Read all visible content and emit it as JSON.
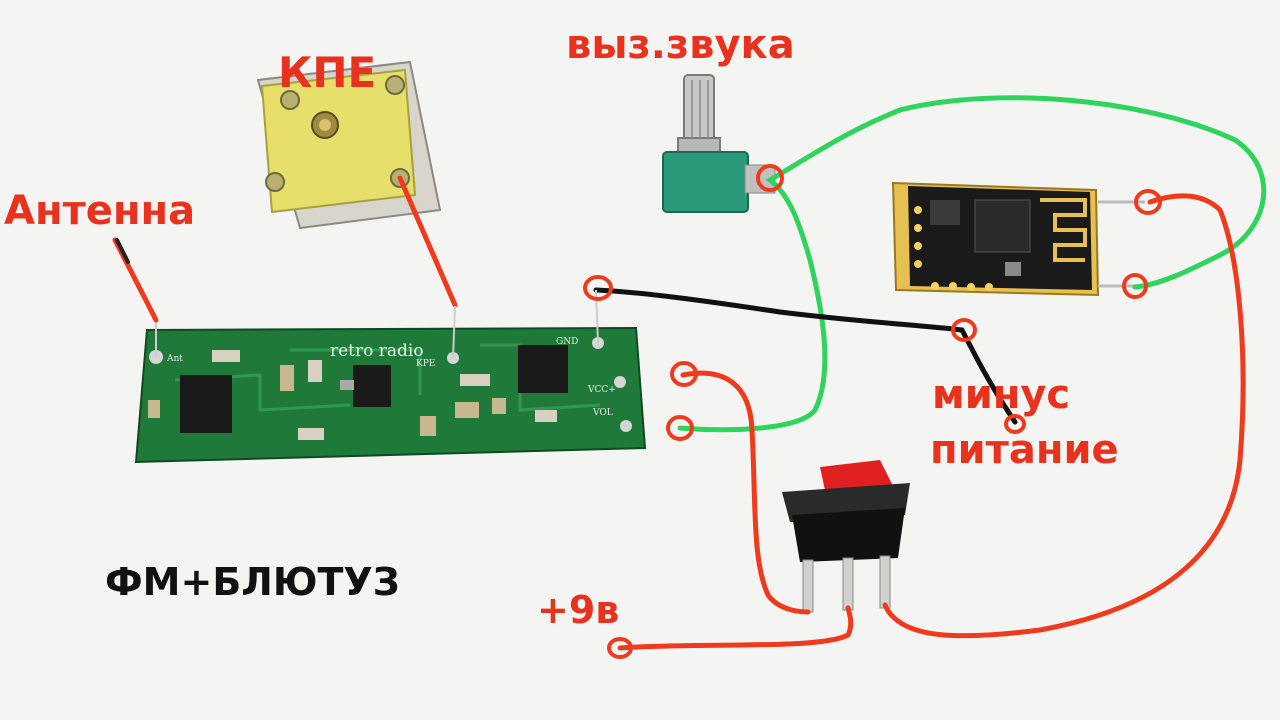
{
  "labels": {
    "antenna": "Антенна",
    "kpe": "КПЕ",
    "volume": "выз.звука",
    "minus_line1": "минус",
    "minus_line2": "питание",
    "plus9v": "+9в",
    "title": "ФМ+БЛЮТУЗ"
  },
  "board": {
    "name": "retro radio",
    "pins": {
      "ant": "Ant",
      "kpe": "KPE",
      "gnd": "GND",
      "vcc": "VCC+",
      "vol": "VOL"
    }
  },
  "colors": {
    "label_red": "#e8321e",
    "wire_red": "#f03a1e",
    "wire_green": "#2fd45c",
    "wire_black": "#111111",
    "pcb_green": "#1f7a3a",
    "bt_module": "#1a1a1a",
    "switch_red": "#e02020",
    "pot_green": "#2a9a7a",
    "kpe_yellow": "#e6e06a"
  }
}
